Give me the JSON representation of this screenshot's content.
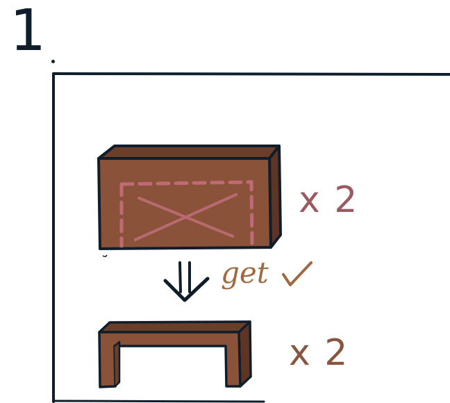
{
  "step": {
    "number": "1",
    "dot": "."
  },
  "top_item": {
    "quantity_label": "x 2"
  },
  "bottom_item": {
    "quantity_label": "x 2"
  },
  "transition": {
    "label": "get",
    "check_icon": "check-icon",
    "arrow_icon": "double-down-arrow-icon"
  },
  "colors": {
    "outline": "#0f1e2a",
    "board_fill": "#8a5239",
    "board_side": "#6b3e2a",
    "cut_guide": "#c06a78",
    "quantity_text": "#9b5a5f",
    "get_text": "#a0693f"
  }
}
